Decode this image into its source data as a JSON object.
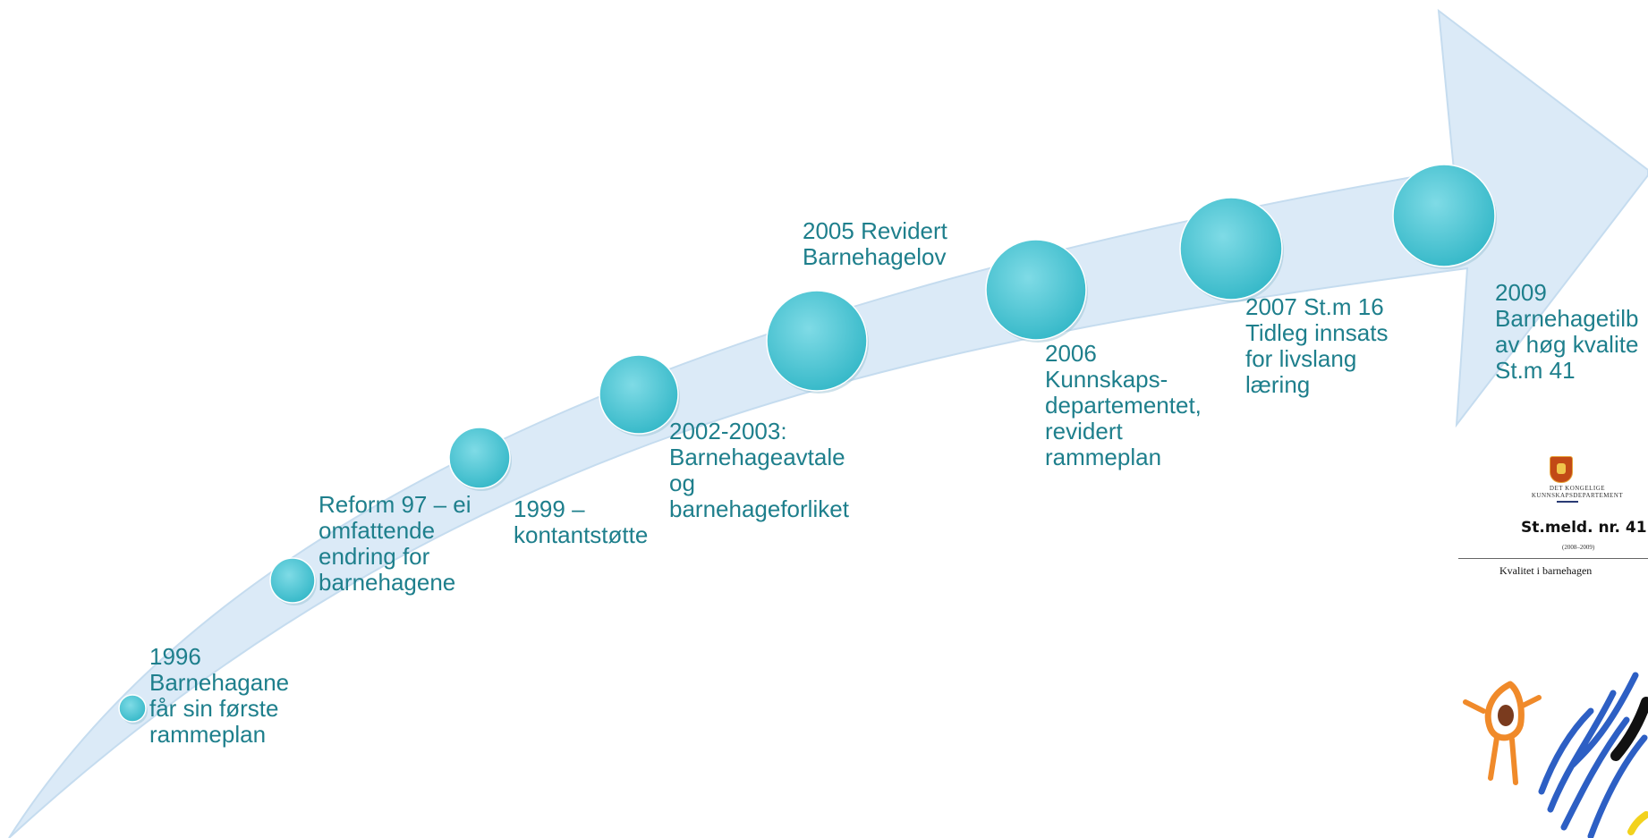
{
  "colors": {
    "arrow_fill": "#dbeaf7",
    "arrow_edge": "#c5dcef",
    "node_fill": "#35b8c8",
    "node_highlight": "#7fdbe6",
    "label_text": "#1e7f8c"
  },
  "milestones": [
    {
      "label": "1996\nBarnehagane\nfår sin første\nrammeplan"
    },
    {
      "label": "Reform 97 – ei\nomfattende\nendring for\nbarnehagene"
    },
    {
      "label": "1999 –\nkontantstøtte"
    },
    {
      "label": "2002-2003:\nBarnehageavtale\nog\nbarnehageforliket"
    },
    {
      "label": "2005 Revidert\nBarnehagelov"
    },
    {
      "label": "2006\nKunnskaps-\ndepartementet,\nrevidert\nrammeplan"
    },
    {
      "label": "2007 St.m 16\nTidleg innsats\nfor livslang\nlæring"
    },
    {
      "label": "2009\nBarnehagetilb\nav høg kvalite\nSt.m 41"
    }
  ],
  "document_cover": {
    "department": "DET KONGELIGE\nKUNNSKAPSDEPARTEMENT",
    "title": "St.meld. nr. 41",
    "years": "(2008–2009)",
    "subtitle": "Kvalitet i barnehagen"
  }
}
